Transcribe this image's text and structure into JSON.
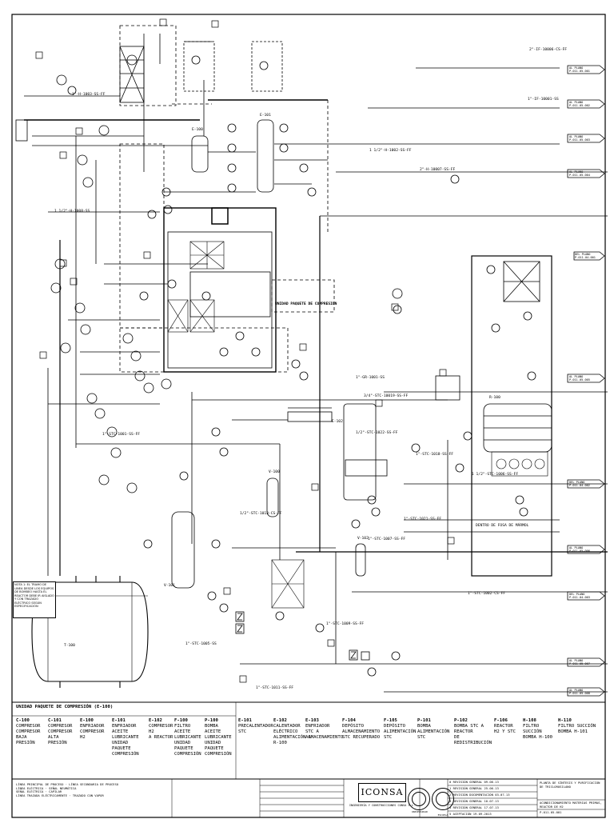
{
  "package_label": "UNIDAD PAQUETE DE COMPRESION",
  "equipment_header": "UNIDAD PAQUETE DE COMPRESIÓN (E-100)",
  "equipment": [
    {
      "tag": "C-100",
      "lines": [
        "COMPRESOR",
        "COMPRESOR",
        "BAJA PRESIÓN"
      ]
    },
    {
      "tag": "C-101",
      "lines": [
        "COMPRESOR",
        "COMPRESOR",
        "ALTA PRESIÓN"
      ]
    },
    {
      "tag": "E-100",
      "lines": [
        "ENFRIADOR",
        "COMPRESOR H2"
      ]
    },
    {
      "tag": "E-101",
      "lines": [
        "ENFRIADOR ACEITE",
        "LUBRICANTE UNIDAD",
        "PAQUETE COMPRESIÓN"
      ]
    },
    {
      "tag": "E-102",
      "lines": [
        "COMPRESOR H2",
        "A REACTOR"
      ]
    },
    {
      "tag": "F-100",
      "lines": [
        "FILTRO ACEITE",
        "LUBRICANTE UNIDAD",
        "PAQUETE COMPRESIÓN"
      ]
    },
    {
      "tag": "P-100",
      "lines": [
        "BOMBA ACEITE",
        "LUBRICANTE UNIDAD",
        "PAQUETE COMPRESIÓN"
      ]
    },
    {
      "tag": "E-101",
      "lines": [
        "PRECALENTADOR",
        "STC"
      ]
    },
    {
      "tag": "E-102",
      "lines": [
        "CALENTADOR ELÉCTRICO",
        "ALIMENTACIÓN A R-100"
      ]
    },
    {
      "tag": "E-103",
      "lines": [
        "ENFRIADOR",
        "STC A ALMACENAMIENTO"
      ]
    },
    {
      "tag": "F-104",
      "lines": [
        "DEPÓSITO ALMACENAMIENTO",
        "STC RECUPERADO"
      ]
    },
    {
      "tag": "F-105",
      "lines": [
        "DEPÓSITO",
        "ALIMENTACIÓN STC"
      ]
    },
    {
      "tag": "P-101",
      "lines": [
        "BOMBA ALIMENTACIÓN",
        "STC"
      ]
    },
    {
      "tag": "P-102",
      "lines": [
        "BOMBA STC A REACTOR",
        "DE REDISTRIBUCIÓN"
      ]
    },
    {
      "tag": "F-106",
      "lines": [
        "REACTOR",
        "H2 Y STC"
      ]
    },
    {
      "tag": "H-108",
      "lines": [
        "FILTRO SUCCIÓN",
        "BOMBA H-100"
      ]
    },
    {
      "tag": "H-110",
      "lines": [
        "FILTRO SUCCIÓN",
        "BOMBA H-101"
      ]
    }
  ],
  "note_text": "NOTA 1: EL TRAMO DE LINEA DESDE LOS EQUIPOS DE BOMBEO HASTA EL REACTOR DEBE IR AISLADO Y CON TRAZADO ELÉCTRICO SEGÚN ESPECIFICACIÓN",
  "equipment_tags": {
    "v100": "V-100",
    "e100": "E-100",
    "e101": "E-101",
    "r100": "R-100",
    "t100": "T-100",
    "e102": "E-102",
    "v101": "V-101",
    "v102": "V-102"
  },
  "offpage": [
    {
      "l1": "AL PLANO",
      "l2": "P-011-05-001"
    },
    {
      "l1": "AL PLANO",
      "l2": "P-011-05-002"
    },
    {
      "l1": "AL PLANO",
      "l2": "P-011-05-003"
    },
    {
      "l1": "AL PLANO",
      "l2": "P-011-05-004"
    },
    {
      "l1": "DEL PLANO",
      "l2": "P-011-04-001"
    },
    {
      "l1": "AL PLANO",
      "l2": "P-011-05-005"
    },
    {
      "l1": "DEL PLANO",
      "l2": "P-011-04-002"
    },
    {
      "l1": "AL PLANO",
      "l2": "P-011-05-006"
    },
    {
      "l1": "DEL PLANO",
      "l2": "P-011-04-003"
    },
    {
      "l1": "AL PLANO",
      "l2": "P-011-05-007"
    },
    {
      "l1": "AL PLANO",
      "l2": "P-011-05-008"
    }
  ],
  "line_labels": [
    "2\"-IF-10006-CS-FF",
    "1\"-IF-10001-SS",
    "1 1/2\"-H-1002-SS-FF",
    "1\"-H-1003-SS-FF",
    "1 1/2\"-H-1008-SS",
    "2\"-H-10007-SS-FF",
    "1\"-GR-1001-SS",
    "3/4\"-STC-10019-SS-FF",
    "1\"-STC-1018-SS-FF",
    "1\"-STC-1001-SS-FF",
    "1/2\"-STC-1013-CS-FF",
    "1\"-STC-1021-SS-FF",
    "1\"-STC-1002-CS-FF",
    "1 1/2\"-STC-1006-SS-FF",
    "1\"-STC-1007-SS-FF",
    "1/2\"-STC-1022-SS-FF",
    "DENTRO DE FOSA DE MÁRMOL",
    "1\"-STC-1005-SS",
    "1\"-STC-1009-SS-FF",
    "1\"-STC-1011-SS-FF"
  ],
  "title_block": {
    "company_logo": "ICONSA",
    "company_name": "INGENIERÍA Y CONSTRUCCIONES CONSA S.L.",
    "rev_rows": [
      {
        "rev": "0",
        "desc": "REVISIÓN GENERAL",
        "date": "09.06.13"
      },
      {
        "rev": "1",
        "desc": "REVISIÓN GENERAL",
        "date": "25.06.13"
      },
      {
        "rev": "2",
        "desc": "REVISIÓN DOCUMENTACIÓN",
        "date": "03.07.13"
      },
      {
        "rev": "3",
        "desc": "REVISIÓN GENERAL",
        "date": "10.07.13"
      },
      {
        "rev": "4",
        "desc": "REVISIÓN GENERAL",
        "date": "17.07.13"
      },
      {
        "rev": "5",
        "desc": "ACEPTACIÓN",
        "date": "19.09.2013"
      }
    ],
    "drawing_title": "PLANTA DE SÍNTESIS Y PURIFICACIÓN DE TRICLOROSILANO",
    "drawing_sub": "ACONDICIONAMIENTO MATERIAS PRIMAS, REACTOR DE H2",
    "drawing_no": "P-011-05-001",
    "seal_left": "UNIVERSIDAD",
    "seal_right": "ESCUELA"
  },
  "legend": [
    "LÍNEA PRINCIPAL DE PROCESO",
    "LÍNEA SECUNDARIA DE PROCESO",
    "LÍNEA ELÉCTRICA",
    "SEÑAL NEUMÁTICA",
    "SEÑAL ELÉCTRICA",
    "CAPILAR",
    "LÍNEA TRAZADA ELÉCTRICAMENTE",
    "TRAZADO CON VAPOR"
  ]
}
